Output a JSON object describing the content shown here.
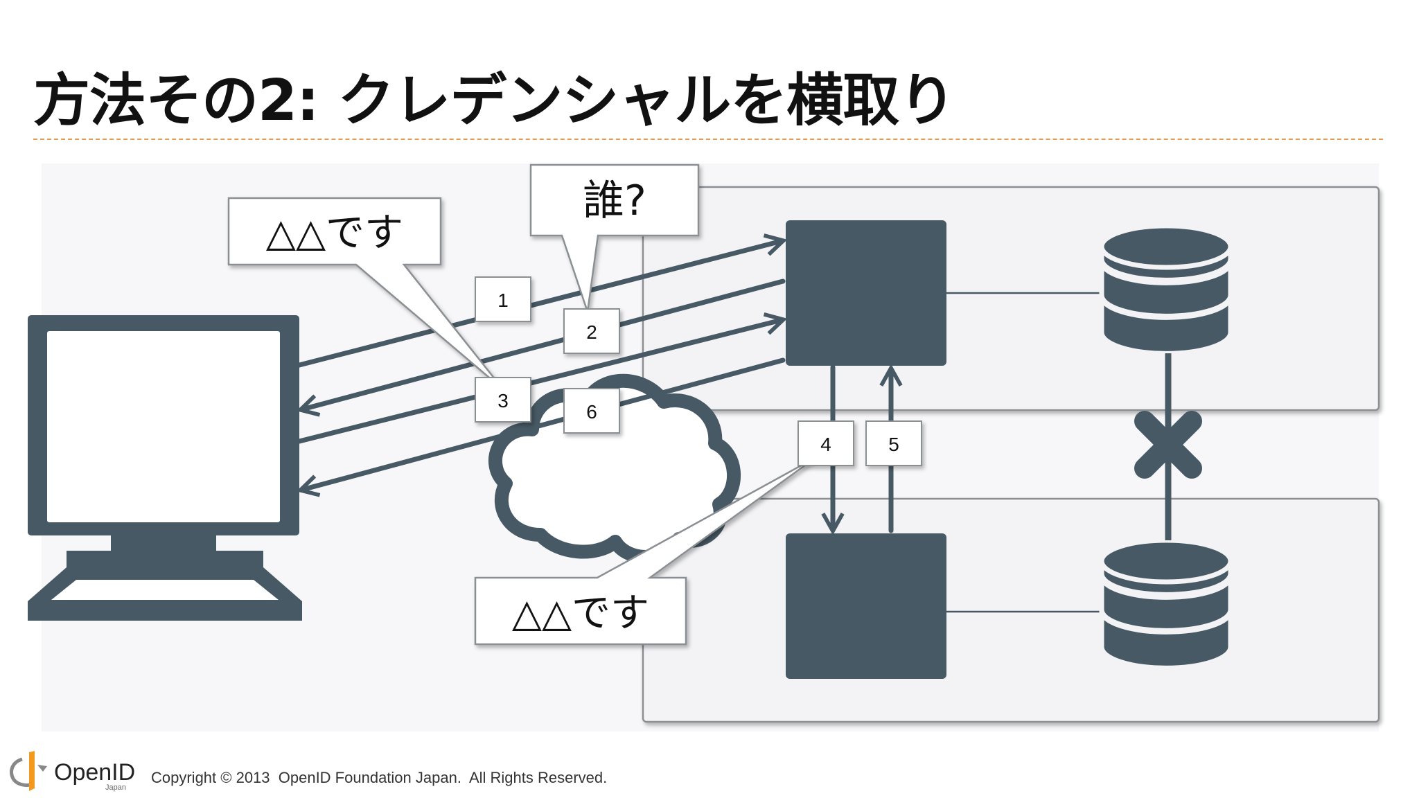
{
  "slide": {
    "title": "方法その2: クレデンシャルを横取り"
  },
  "callouts": {
    "client_claim": "△△です",
    "who": "誰?",
    "forwarded_claim": "△△です"
  },
  "steps": [
    "1",
    "2",
    "3",
    "6",
    "4",
    "5"
  ],
  "footer": {
    "logo_text": "OpenID",
    "logo_subtext": "Japan",
    "copyright": "Copyright © 2013  OpenID Foundation Japan.  All Rights Reserved."
  },
  "colors": {
    "ink": "#475964",
    "accent": "#e59a52",
    "panel": "#f3f3f6"
  }
}
